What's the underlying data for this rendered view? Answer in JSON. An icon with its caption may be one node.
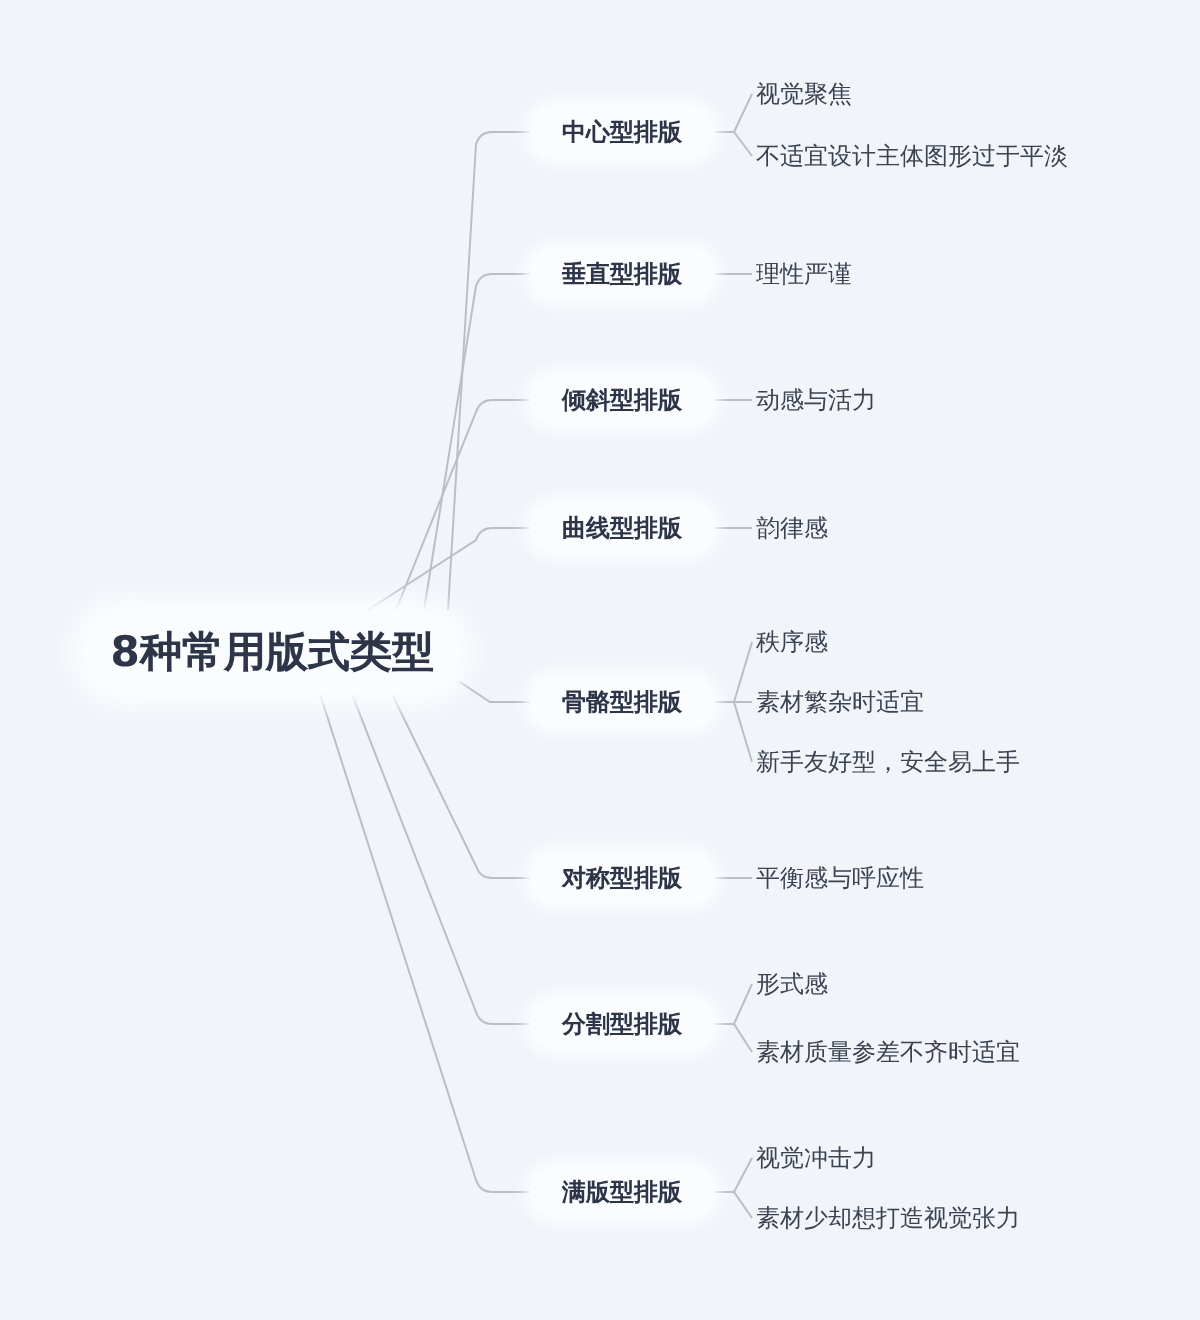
{
  "diagram": {
    "nodes": [
      {
        "text": [
          "8种常用版式类型"
        ]
      },
      {
        "text": [
          "中心型排版"
        ]
      },
      {
        "text": [
          "视觉聚焦"
        ]
      },
      {
        "text": [
          "不适宜设计主体图形过于平淡"
        ]
      },
      {
        "text": [
          "垂直型排版"
        ]
      },
      {
        "text": [
          "理性严谨"
        ]
      },
      {
        "text": [
          "倾斜型排版"
        ]
      },
      {
        "text": [
          "动感与活力"
        ]
      },
      {
        "text": [
          "曲线型排版"
        ]
      },
      {
        "text": [
          "韵律感"
        ]
      },
      {
        "text": [
          "骨骼型排版"
        ]
      },
      {
        "text": [
          "秩序感"
        ]
      },
      {
        "text": [
          "素材繁杂时适宜"
        ]
      },
      {
        "text": [
          "新手友好型，安全易上手"
        ]
      },
      {
        "text": [
          "对称型排版"
        ]
      },
      {
        "text": [
          "平衡感与呼应性"
        ]
      },
      {
        "text": [
          "分割型排版"
        ]
      },
      {
        "text": [
          "形式感"
        ]
      },
      {
        "text": [
          "素材质量参差不齐时适宜"
        ]
      },
      {
        "text": [
          "满版型排版"
        ]
      },
      {
        "text": [
          "视觉冲击力"
        ]
      },
      {
        "text": [
          "素材少却想打造视觉张力"
        ]
      }
    ],
    "edges": [
      {
        "from": 0,
        "to": 1,
        "arrow": "none"
      },
      {
        "from": 0,
        "to": 4,
        "arrow": "none"
      },
      {
        "from": 0,
        "to": 6,
        "arrow": "none"
      },
      {
        "from": 0,
        "to": 8,
        "arrow": "none"
      },
      {
        "from": 0,
        "to": 10,
        "arrow": "none"
      },
      {
        "from": 0,
        "to": 14,
        "arrow": "none"
      },
      {
        "from": 0,
        "to": 16,
        "arrow": "none"
      },
      {
        "from": 0,
        "to": 19,
        "arrow": "none"
      },
      {
        "from": 1,
        "to": 2,
        "arrow": "none"
      },
      {
        "from": 1,
        "to": 3,
        "arrow": "none"
      },
      {
        "from": 4,
        "to": 5,
        "arrow": "none"
      },
      {
        "from": 6,
        "to": 7,
        "arrow": "none"
      },
      {
        "from": 8,
        "to": 9,
        "arrow": "none"
      },
      {
        "from": 10,
        "to": 11,
        "arrow": "none"
      },
      {
        "from": 10,
        "to": 12,
        "arrow": "none"
      },
      {
        "from": 10,
        "to": 13,
        "arrow": "none"
      },
      {
        "from": 14,
        "to": 15,
        "arrow": "none"
      },
      {
        "from": 16,
        "to": 17,
        "arrow": "none"
      },
      {
        "from": 16,
        "to": 18,
        "arrow": "none"
      },
      {
        "from": 19,
        "to": 20,
        "arrow": "none"
      },
      {
        "from": 19,
        "to": 21,
        "arrow": "none"
      }
    ]
  }
}
